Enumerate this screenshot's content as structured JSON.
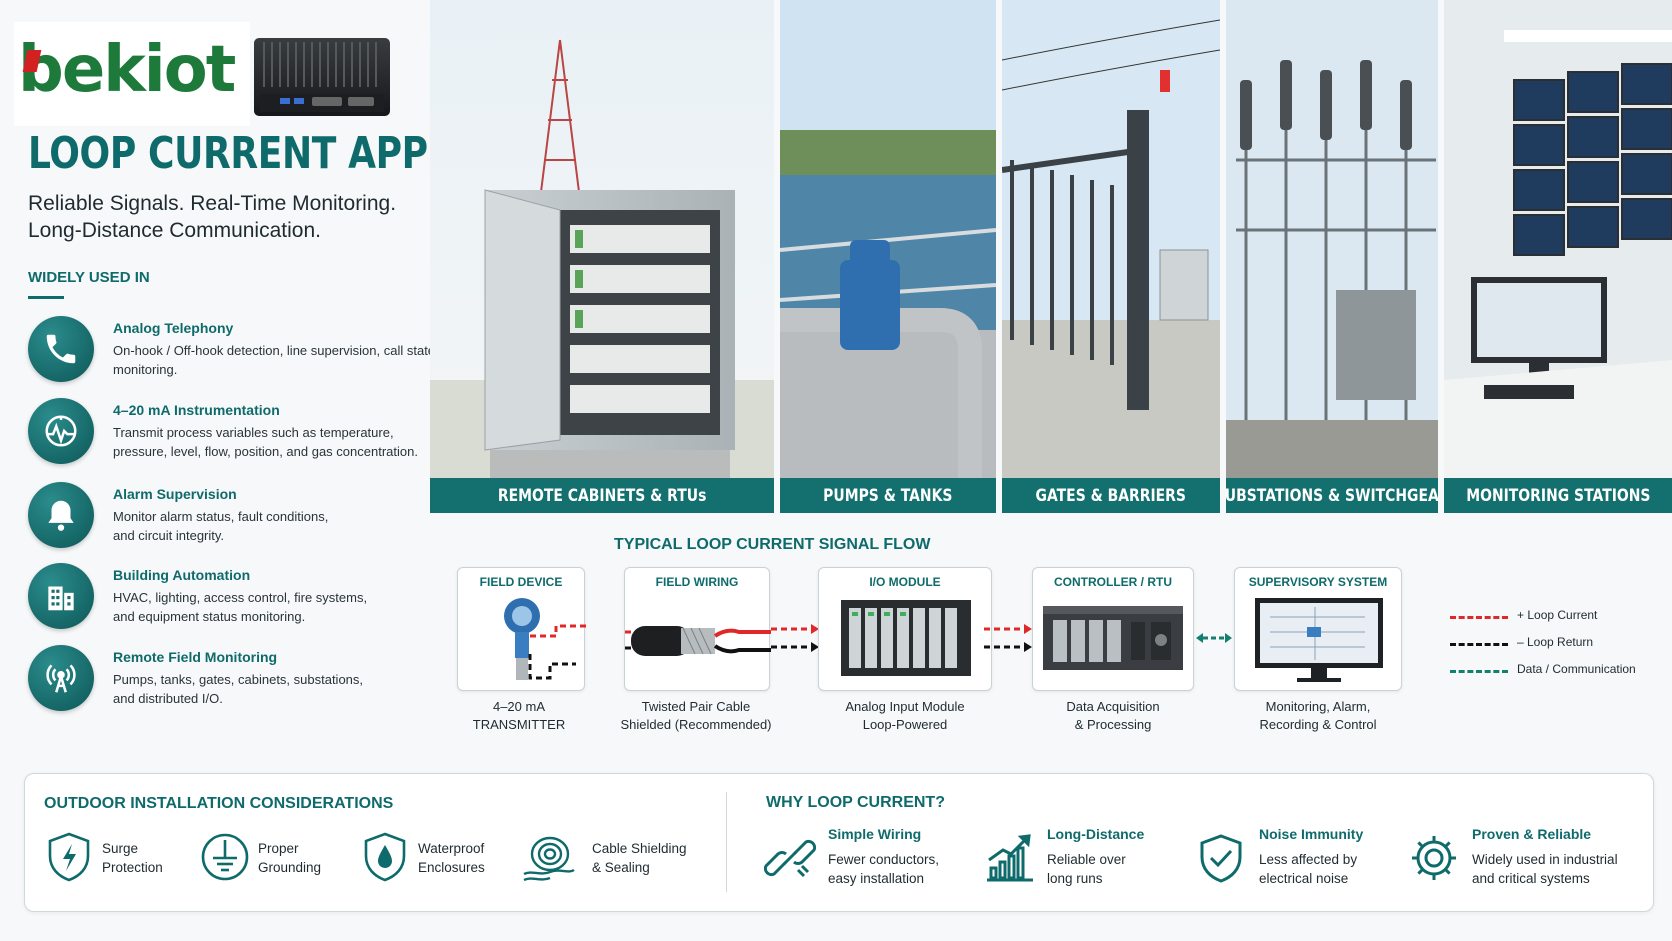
{
  "brand": {
    "logo_text": "bekiot"
  },
  "title": "LOOP CURRENT APPLICATIONS",
  "subtitle": "Reliable Signals. Real-Time Monitoring. Long-Distance Communication.",
  "widely_used": {
    "heading": "WIDELY USED IN",
    "items": [
      {
        "title": "Analog Telephony",
        "desc": "On-hook / Off-hook detection, line supervision, call state monitoring.",
        "icon": "phone-icon"
      },
      {
        "title": "4–20 mA Instrumentation",
        "desc": "Transmit process variables such as temperature, pressure, level, flow, position, and gas concentration.",
        "icon": "gauge-icon"
      },
      {
        "title": "Alarm Supervision",
        "desc": "Monitor alarm status, fault conditions, and circuit integrity.",
        "icon": "bell-icon"
      },
      {
        "title": "Building Automation",
        "desc": "HVAC, lighting, access control, fire systems, and equipment status monitoring.",
        "icon": "building-icon"
      },
      {
        "title": "Remote Field Monitoring",
        "desc": "Pumps, tanks, gates, cabinets, substations, and distributed I/O.",
        "icon": "antenna-icon"
      }
    ]
  },
  "panels": [
    {
      "label": "REMOTE CABINETS & RTUs"
    },
    {
      "label": "PUMPS & TANKS"
    },
    {
      "label": "GATES & BARRIERS"
    },
    {
      "label": "SUBSTATIONS & SWITCHGEAR"
    },
    {
      "label": "MONITORING STATIONS"
    }
  ],
  "flow": {
    "title": "TYPICAL LOOP CURRENT SIGNAL FLOW",
    "steps": [
      {
        "label": "FIELD DEVICE",
        "cap1": "4–20 mA",
        "cap2": "TRANSMITTER"
      },
      {
        "label": "FIELD WIRING",
        "cap1": "Twisted Pair Cable",
        "cap2": "Shielded (Recommended)"
      },
      {
        "label": "I/O MODULE",
        "cap1": "Analog Input Module",
        "cap2": "Loop-Powered"
      },
      {
        "label": "CONTROLLER / RTU",
        "cap1": "Data Acquisition",
        "cap2": "& Processing"
      },
      {
        "label": "SUPERVISORY SYSTEM",
        "cap1": "Monitoring, Alarm,",
        "cap2": "Recording & Control"
      }
    ],
    "legend": [
      {
        "text": "+ Loop Current",
        "color": "#e02828"
      },
      {
        "text": "– Loop Return",
        "color": "#111111"
      },
      {
        "text": "Data / Communication",
        "color": "#13806f"
      }
    ]
  },
  "outdoor": {
    "heading": "OUTDOOR INSTALLATION CONSIDERATIONS",
    "items": [
      {
        "line1": "Surge",
        "line2": "Protection",
        "icon": "surge-shield-icon"
      },
      {
        "line1": "Proper",
        "line2": "Grounding",
        "icon": "ground-icon"
      },
      {
        "line1": "Waterproof",
        "line2": "Enclosures",
        "icon": "water-drop-shield-icon"
      },
      {
        "line1": "Cable Shielding",
        "line2": "& Sealing",
        "icon": "cable-reel-icon"
      }
    ]
  },
  "why": {
    "heading": "WHY LOOP CURRENT?",
    "items": [
      {
        "title": "Simple Wiring",
        "desc": "Fewer conductors, easy installation",
        "icon": "chain-link-icon"
      },
      {
        "title": "Long-Distance",
        "desc": "Reliable over long runs",
        "icon": "bar-growth-icon"
      },
      {
        "title": "Noise Immunity",
        "desc": "Less affected by electrical noise",
        "icon": "check-shield-icon"
      },
      {
        "title": "Proven & Reliable",
        "desc": "Widely used in industrial and critical systems",
        "icon": "gear-icon"
      }
    ]
  },
  "colors": {
    "accent": "#0f6b6b",
    "label_bar": "#13706f",
    "loop_current": "#e02828",
    "loop_return": "#111111",
    "data": "#13806f"
  }
}
